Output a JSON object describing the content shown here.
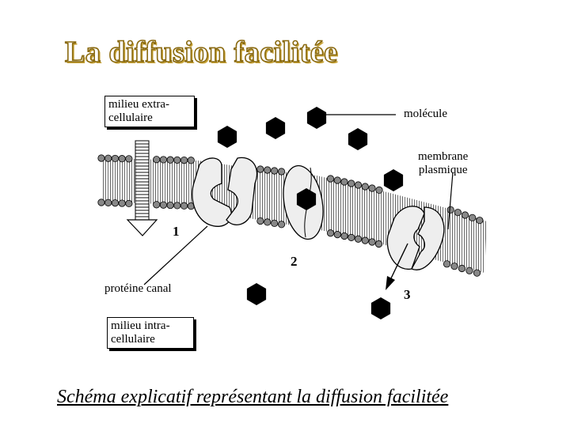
{
  "title": "La diffusion facilitée",
  "labels": {
    "extra_line1": "milieu extra-",
    "extra_line2": "cellulaire",
    "molecule": "molécule",
    "membrane_line1": "membrane",
    "membrane_line2": "plasmique",
    "canal": "protéine canal",
    "intra_line1": "milieu intra-",
    "intra_line2": "cellulaire",
    "step1": "1",
    "step2": "2",
    "step3": "3"
  },
  "caption": "Schéma explicatif représentant la diffusion facilitée",
  "colors": {
    "title_outline": "#8a6a10",
    "title_shadow": "#c9a53a",
    "ink": "#000000",
    "protein_fill": "#eeeeee"
  }
}
